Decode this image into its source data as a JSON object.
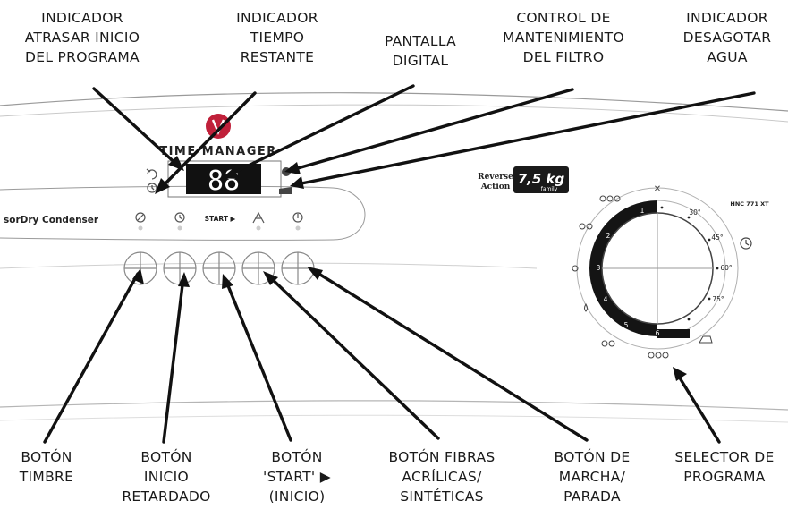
{
  "panel": {
    "brand_text": "TIME MANAGER",
    "display_digits": "88",
    "model_text": "sorDry Condenser",
    "start_text": "START ▶",
    "reverse_text": "Reverse",
    "action_text": "Action",
    "capacity_text": "7,5 kg",
    "family_text": "family",
    "dial_model": "HNC 771 XT",
    "dial_marks": [
      "30°",
      "45°",
      "60°",
      "75°"
    ],
    "dial_numbers": [
      "1",
      "2",
      "3",
      "4",
      "5",
      "6"
    ]
  },
  "callouts_top": [
    {
      "id": "indicador-atrasar",
      "lines": [
        "INDICADOR",
        "ATRASAR INICIO",
        "DEL PROGRAMA"
      ]
    },
    {
      "id": "indicador-tiempo",
      "lines": [
        "INDICADOR",
        "TIEMPO",
        "RESTANTE"
      ]
    },
    {
      "id": "pantalla-digital",
      "lines": [
        "PANTALLA",
        "DIGITAL"
      ]
    },
    {
      "id": "control-filtro",
      "lines": [
        "CONTROL DE",
        "MANTENIMIENTO",
        "DEL FILTRO"
      ]
    },
    {
      "id": "indicador-desagotar",
      "lines": [
        "INDICADOR",
        "DESAGOTAR",
        "AGUA"
      ]
    }
  ],
  "callouts_bottom": [
    {
      "id": "boton-timbre",
      "lines": [
        "BOTÓN",
        "TIMBRE"
      ]
    },
    {
      "id": "boton-inicio-retardado",
      "lines": [
        "BOTÓN",
        "INICIO",
        "RETARDADO"
      ]
    },
    {
      "id": "boton-start",
      "lines": [
        "BOTÓN",
        "'START' ▶",
        "(INICIO)"
      ]
    },
    {
      "id": "boton-fibras",
      "lines": [
        "BOTÓN FIBRAS",
        "ACRÍLICAS/",
        "SINTÉTICAS"
      ]
    },
    {
      "id": "boton-marcha",
      "lines": [
        "BOTÓN DE",
        "MARCHA/",
        "PARADA"
      ]
    },
    {
      "id": "selector-programa",
      "lines": [
        "SELECTOR DE",
        "PROGRAMA"
      ]
    }
  ]
}
